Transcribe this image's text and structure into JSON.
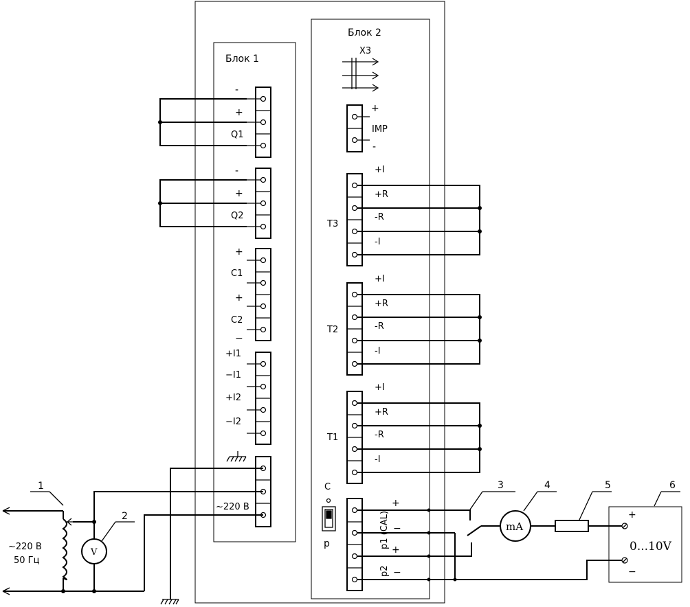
{
  "block1": {
    "title": "Блок 1",
    "q1": {
      "minus": "-",
      "plus": "+",
      "name": "Q1"
    },
    "q2": {
      "minus": "-",
      "plus": "+",
      "name": "Q2"
    },
    "c": {
      "plus1": "+",
      "c1": "C1",
      "plus2": "+",
      "c2": "C2",
      "minus": "−"
    },
    "i": {
      "plus_i1": "+I1",
      "minus_i1": "−I1",
      "plus_i2": "+I2",
      "minus_i2": "−I2"
    },
    "power": "~220 B"
  },
  "block2": {
    "title": "Блок 2",
    "x3": "X3",
    "imp": {
      "plus": "+",
      "name": "IMP",
      "minus": "-"
    },
    "sensors": [
      {
        "name": "T3",
        "pins": [
          "+I",
          "+R",
          "-R",
          "-I"
        ]
      },
      {
        "name": "T2",
        "pins": [
          "+I",
          "+R",
          "-R",
          "-I"
        ]
      },
      {
        "name": "T1",
        "pins": [
          "+I",
          "+R",
          "-R",
          "-I"
        ]
      }
    ],
    "switch": {
      "c": "C",
      "p": "p"
    },
    "out": {
      "p1": "p1 (CAL)",
      "p2": "p2",
      "plus": "+",
      "minus": "−"
    }
  },
  "external": {
    "source": "~220 B",
    "freq": "50 Гц",
    "voltmeter": "V",
    "milliammeter": "mA",
    "supply": {
      "range": "0...10V",
      "plus": "+",
      "minus": "−"
    },
    "callouts": [
      "1",
      "2",
      "3",
      "4",
      "5",
      "6"
    ]
  }
}
